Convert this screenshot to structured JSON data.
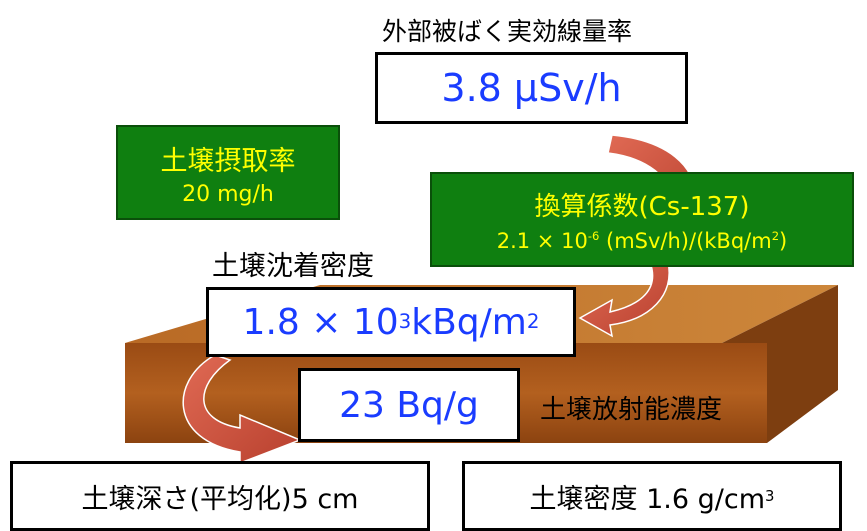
{
  "diagram": {
    "exposure_rate": {
      "title": "外部被ばく実効線量率",
      "value": "3.8 μSv/h"
    },
    "soil_intake": {
      "title": "土壌摂取率",
      "value": "20 mg/h"
    },
    "conversion": {
      "title": "換算係数(Cs-137)",
      "coef": "2.1 × 10",
      "exp": "-6",
      "unit_a": " (mSv/h)/(kBq/m",
      "unit_sup": "2",
      "unit_b": ")"
    },
    "deposition": {
      "title": "土壌沈着密度",
      "value": "1.8 × 10",
      "exp": "3",
      "unit": " kBq/m",
      "unit_sup": "2"
    },
    "concentration": {
      "value": "23 Bq/g",
      "label": "土壌放射能濃度"
    },
    "depth": {
      "text": "土壌深さ(平均化)5 cm"
    },
    "density": {
      "text": "土壌密度  1.6 g/cm",
      "sup": "3"
    }
  },
  "colors": {
    "soil_front": "#a8561b",
    "soil_top": "#c1772f",
    "soil_side": "#7d3e10",
    "green_box": "#0f7f10",
    "yellow_text": "#ffff00",
    "blue_text": "#1a3cff",
    "arrow": "#d9533f"
  }
}
